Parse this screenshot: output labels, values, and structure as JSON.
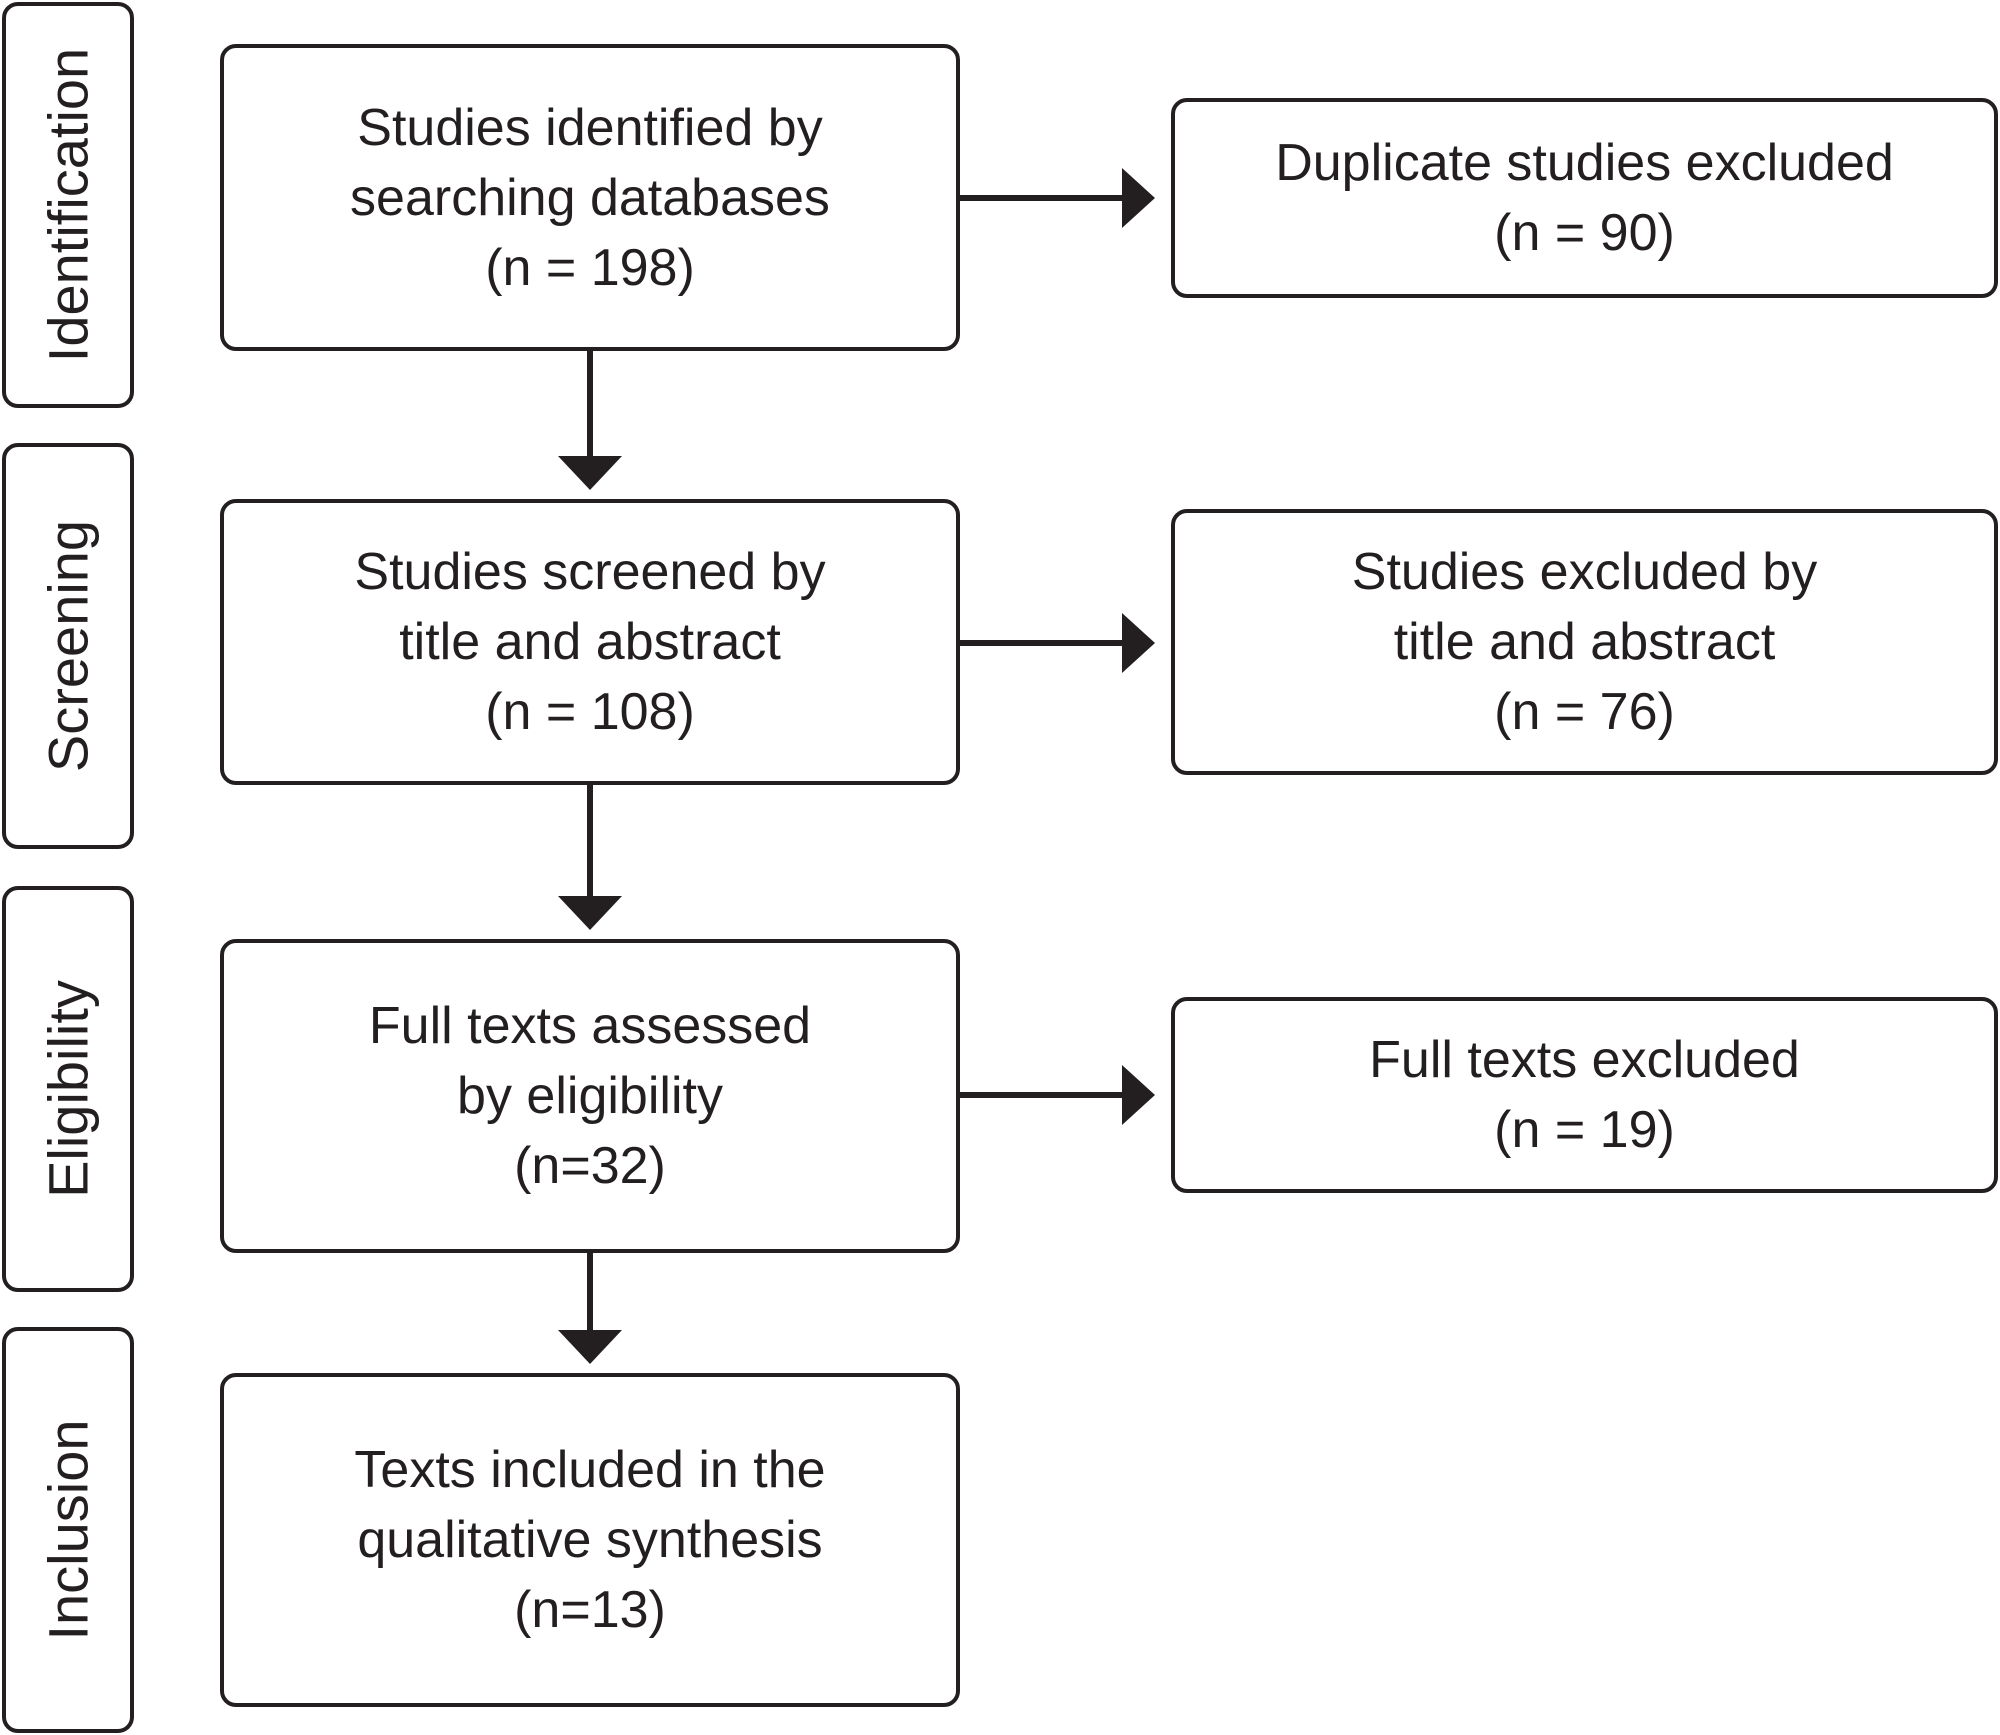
{
  "phases": [
    {
      "label": "Identification"
    },
    {
      "label": "Screening"
    },
    {
      "label": "Eligibility"
    },
    {
      "label": "Inclusion"
    }
  ],
  "boxes": {
    "identified": {
      "line1": "Studies identified by",
      "line2": "searching databases",
      "count": "(n = 198)"
    },
    "duplicates": {
      "line1": "Duplicate studies excluded",
      "count": "(n = 90)"
    },
    "screened": {
      "line1": "Studies screened by",
      "line2": "title and abstract",
      "count": "(n = 108)"
    },
    "excluded_title": {
      "line1": "Studies excluded by",
      "line2": "title and abstract",
      "count": "(n = 76)"
    },
    "fulltext": {
      "line1": "Full texts assessed",
      "line2": "by eligibility",
      "count": "(n=32)"
    },
    "fulltext_excluded": {
      "line1": "Full texts excluded",
      "count": "(n = 19)"
    },
    "included": {
      "line1": "Texts included in the",
      "line2": "qualitative synthesis",
      "count": "(n=13)"
    }
  }
}
